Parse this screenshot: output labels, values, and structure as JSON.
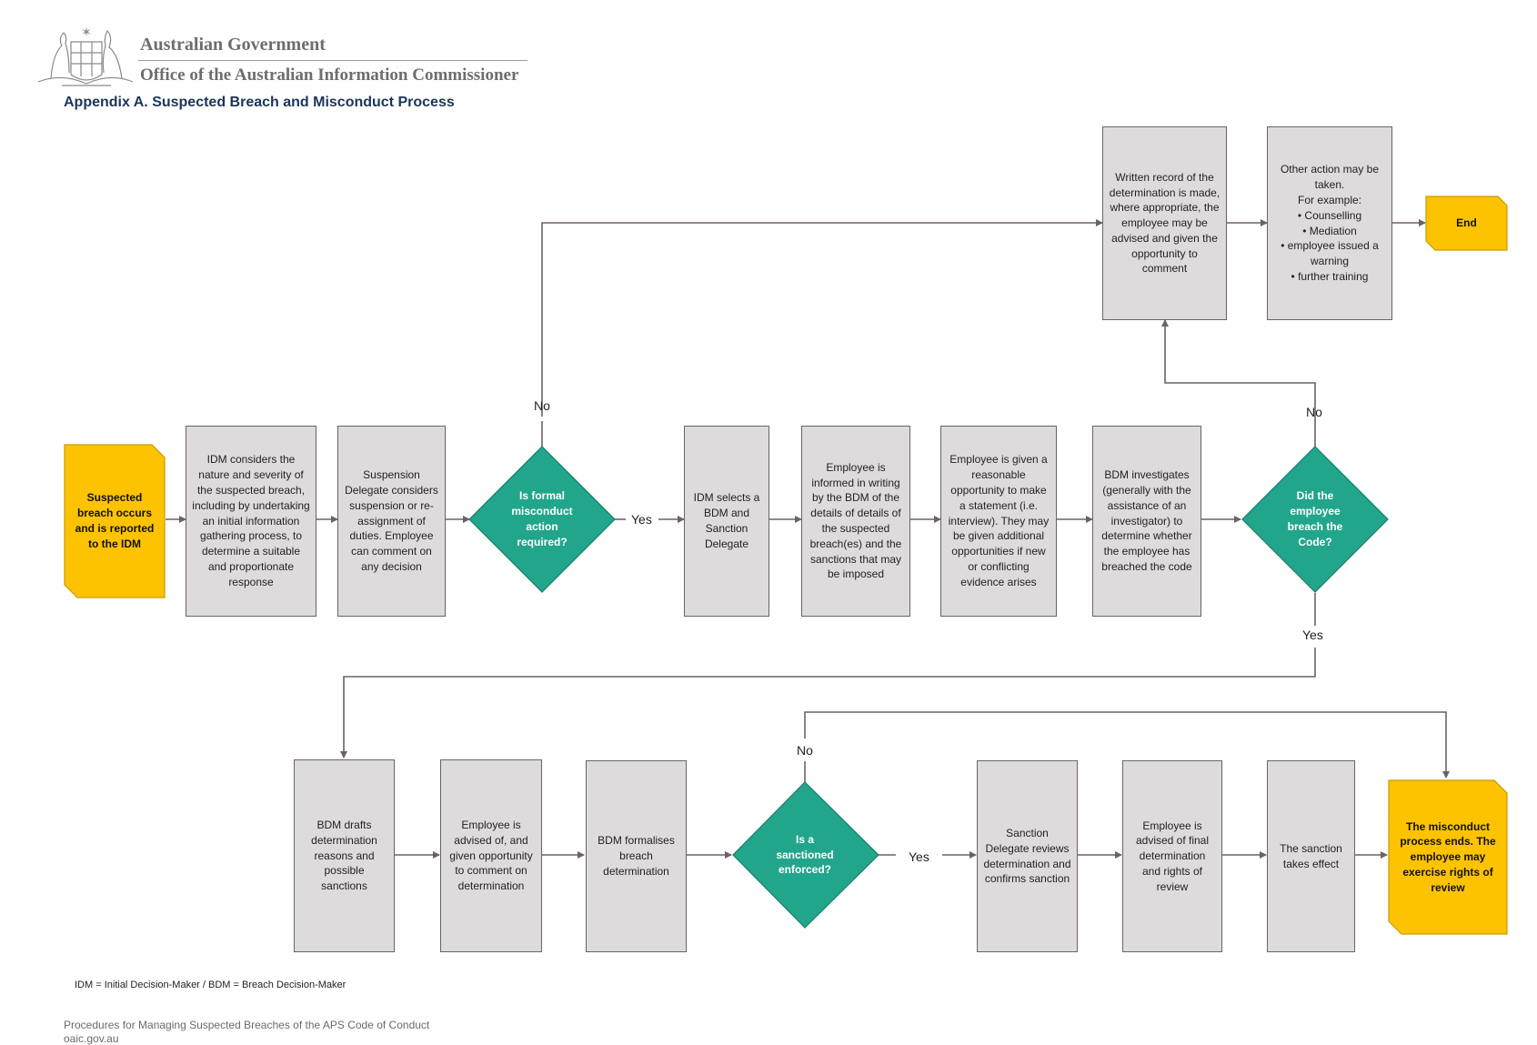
{
  "header": {
    "government": "Australian Government",
    "office": "Office of the Australian Information Commissioner",
    "title": "Appendix A. Suspected Breach and Misconduct Process"
  },
  "colors": {
    "process_box": "#dedbdc",
    "box_border": "#6c6266",
    "terminal": "#fdc300",
    "decision": "#22a68b",
    "connector": "#6c6266",
    "title": "#1d3557"
  },
  "nodes": {
    "start": "Suspected breach occurs and is reported to the IDM",
    "idm_considers": "IDM considers the nature and severity of the suspected breach, including by undertaking an initial information gathering process, to determine a suitable and proportionate response",
    "suspension": "Suspension Delegate considers suspension or re-assignment of duties. Employee can comment on any decision",
    "decision_formal": "Is formal misconduct action required?",
    "idm_selects": "IDM selects a BDM and Sanction Delegate",
    "employee_informed": "Employee is informed in writing by the BDM of the details of details of the suspected breach(es) and the sanctions that may be imposed",
    "employee_statement": "Employee is given a reasonable opportunity to make a statement (i.e. interview). They may be given additional opportunities if new or conflicting evidence arises",
    "bdm_investigates": "BDM investigates (generally with the assistance of an investigator) to determine whether the employee has breached the code",
    "decision_breach": "Did the employee breach the Code?",
    "written_record": "Written record of the determination is made, where appropriate, the employee may be advised and given the opportunity to comment",
    "other_action": {
      "intro": "Other action may be taken.",
      "example": "For example:",
      "items": [
        "• Counselling",
        "• Mediation",
        "• employee issued a warning",
        "• further training"
      ]
    },
    "end": "End",
    "bdm_drafts": "BDM drafts determination reasons and possible sanctions",
    "employee_advised": "Employee is advised of, and given opportunity to comment on determination",
    "bdm_formalises": "BDM formalises breach determination",
    "decision_sanction": "Is a sanctioned enforced?",
    "sanction_reviews": "Sanction Delegate reviews determination and confirms sanction",
    "employee_final": "Employee is advised of final determination and rights of review",
    "sanction_effect": "The sanction takes effect",
    "process_ends": "The misconduct process ends. The employee may exercise rights of review"
  },
  "labels": {
    "no_formal": "No",
    "yes_formal": "Yes",
    "no_breach": "No",
    "yes_breach": "Yes",
    "no_sanction": "No",
    "yes_sanction": "Yes"
  },
  "legend": "IDM = Initial  Decision-Maker  / BDM = Breach Decision-Maker",
  "footer": {
    "document": "Procedures for Managing Suspected Breaches of the APS Code of Conduct",
    "website": "oaic.gov.au"
  }
}
